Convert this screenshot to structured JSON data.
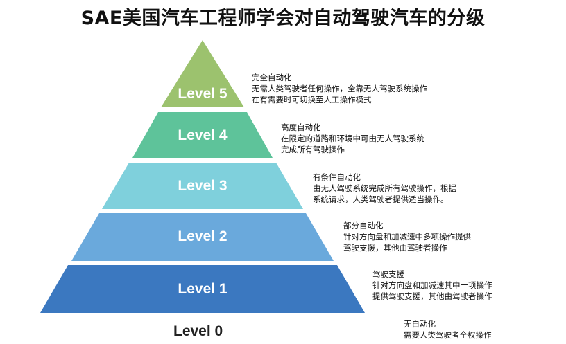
{
  "title": "SAE美国汽车工程师学会对自动驾驶汽车的分级",
  "colors": {
    "level5": "#9cc26e",
    "level4": "#5ec39a",
    "level3": "#7fd0dc",
    "level2": "#6aa9dc",
    "level1": "#3b78c0"
  },
  "levels": [
    {
      "label": "Level 5",
      "name": "完全自动化",
      "lines": [
        "无需人类驾驶者任何操作，全靠无人驾驶系统操作",
        "在有需要时可切换至人工操作模式"
      ]
    },
    {
      "label": "Level 4",
      "name": "高度自动化",
      "lines": [
        "在限定的道路和环境中可由无人驾驶系统",
        "完成所有驾驶操作"
      ]
    },
    {
      "label": "Level 3",
      "name": "有条件自动化",
      "lines": [
        "由无人驾驶系统完成所有驾驶操作，根据",
        "系统请求，人类驾驶者提供适当操作。"
      ]
    },
    {
      "label": "Level 2",
      "name": "部分自动化",
      "lines": [
        "针对方向盘和加减速中多项操作提供",
        "驾驶支援，其他由驾驶者操作"
      ]
    },
    {
      "label": "Level 1",
      "name": "驾驶支援",
      "lines": [
        "针对方向盘和加减速其中一项操作",
        "提供驾驶支援，其他由驾驶者操作"
      ]
    },
    {
      "label": "Level 0",
      "name": "无自动化",
      "lines": [
        "需要人类驾驶者全权操作"
      ]
    }
  ]
}
